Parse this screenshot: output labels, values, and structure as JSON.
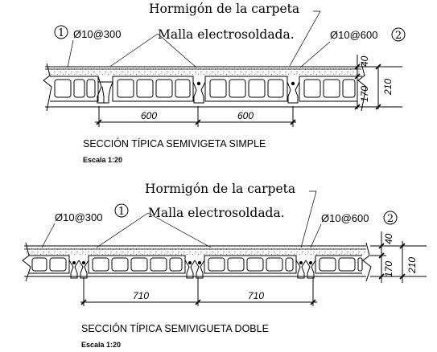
{
  "sections": [
    {
      "concrete_label": "Hormigón de la carpeta",
      "mesh_label": "Malla electrosoldada.",
      "left_rebar_label": "Ø10@300",
      "left_rebar_marker": "1",
      "right_rebar_label": "Ø10@600",
      "right_rebar_marker": "2",
      "dim_left": "600",
      "dim_right": "600",
      "dim_top_layer": "40",
      "dim_block": "170",
      "dim_total": "210",
      "title": "SECCIÓN TÍPICA SEMIVIGETA SIMPLE",
      "scale": "Escala 1:20"
    },
    {
      "concrete_label": "Hormigón de la carpeta",
      "mesh_label": "Malla electrosoldada.",
      "left_rebar_label": "Ø10@300",
      "left_rebar_marker": "1",
      "right_rebar_label": "Ø10@600",
      "right_rebar_marker": "2",
      "dim_left": "710",
      "dim_right": "710",
      "dim_top_layer": "40",
      "dim_block": "170",
      "dim_total": "210",
      "title": "SECCIÓN TÍPICA SEMIVIGUETA DOBLE",
      "scale": "Escala 1:20"
    }
  ]
}
